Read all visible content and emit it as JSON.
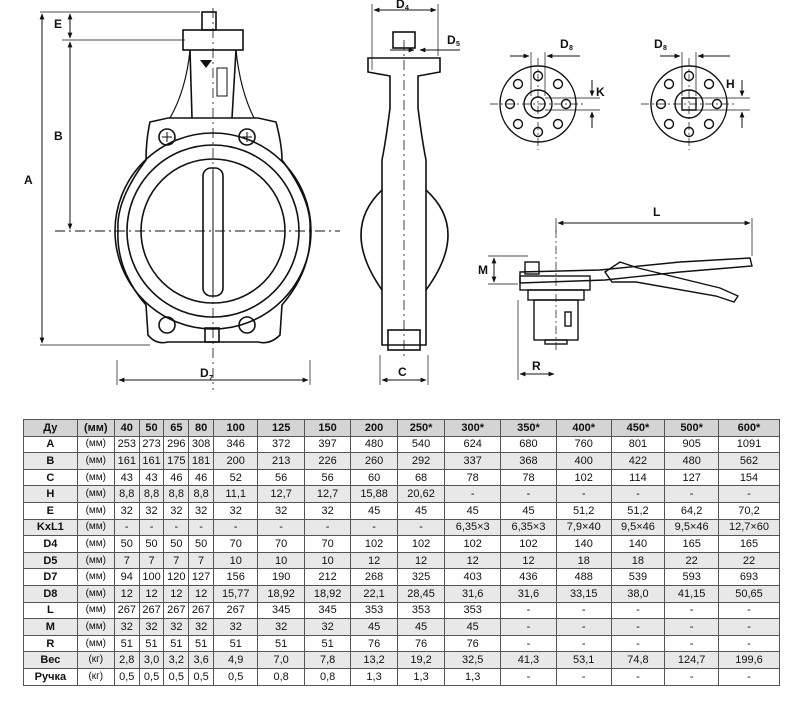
{
  "drawing": {
    "labels": {
      "A": "A",
      "B": "B",
      "E": "E",
      "D7": "D",
      "D7_sub": "7",
      "D4": "D",
      "D4_sub": "4",
      "D5": "D",
      "D5_sub": "5",
      "C": "C",
      "D8a": "D",
      "D8a_sub": "8",
      "K": "K",
      "D8b": "D",
      "D8b_sub": "8",
      "H": "H",
      "L": "L",
      "M": "M",
      "R": "R"
    }
  },
  "table": {
    "header": [
      "Ду",
      "(мм)",
      "40",
      "50",
      "65",
      "80",
      "100",
      "125",
      "150",
      "200",
      "250*",
      "300*",
      "350*",
      "400*",
      "450*",
      "500*",
      "600*"
    ],
    "rows": [
      {
        "param": "A",
        "unit": "(мм)",
        "values": [
          "253",
          "273",
          "296",
          "308",
          "346",
          "372",
          "397",
          "480",
          "540",
          "624",
          "680",
          "760",
          "801",
          "905",
          "1091"
        ]
      },
      {
        "param": "B",
        "unit": "(мм)",
        "values": [
          "161",
          "161",
          "175",
          "181",
          "200",
          "213",
          "226",
          "260",
          "292",
          "337",
          "368",
          "400",
          "422",
          "480",
          "562"
        ]
      },
      {
        "param": "C",
        "unit": "(мм)",
        "values": [
          "43",
          "43",
          "46",
          "46",
          "52",
          "56",
          "56",
          "60",
          "68",
          "78",
          "78",
          "102",
          "114",
          "127",
          "154"
        ]
      },
      {
        "param": "H",
        "unit": "(мм)",
        "values": [
          "8,8",
          "8,8",
          "8,8",
          "8,8",
          "11,1",
          "12,7",
          "12,7",
          "15,88",
          "20,62",
          "-",
          "-",
          "-",
          "-",
          "-",
          "-"
        ]
      },
      {
        "param": "E",
        "unit": "(мм)",
        "values": [
          "32",
          "32",
          "32",
          "32",
          "32",
          "32",
          "32",
          "45",
          "45",
          "45",
          "45",
          "51,2",
          "51,2",
          "64,2",
          "70,2"
        ]
      },
      {
        "param": "KxL1",
        "unit": "(мм)",
        "values": [
          "-",
          "-",
          "-",
          "-",
          "-",
          "-",
          "-",
          "-",
          "-",
          "6,35×3",
          "6,35×3",
          "7,9×40",
          "9,5×46",
          "9,5×46",
          "12,7×60"
        ]
      },
      {
        "param": "D4",
        "unit": "(мм)",
        "values": [
          "50",
          "50",
          "50",
          "50",
          "70",
          "70",
          "70",
          "102",
          "102",
          "102",
          "102",
          "140",
          "140",
          "165",
          "165"
        ]
      },
      {
        "param": "D5",
        "unit": "(мм)",
        "values": [
          "7",
          "7",
          "7",
          "7",
          "10",
          "10",
          "10",
          "12",
          "12",
          "12",
          "12",
          "18",
          "18",
          "22",
          "22"
        ]
      },
      {
        "param": "D7",
        "unit": "(мм)",
        "values": [
          "94",
          "100",
          "120",
          "127",
          "156",
          "190",
          "212",
          "268",
          "325",
          "403",
          "436",
          "488",
          "539",
          "593",
          "693"
        ]
      },
      {
        "param": "D8",
        "unit": "(мм)",
        "values": [
          "12",
          "12",
          "12",
          "12",
          "15,77",
          "18,92",
          "18,92",
          "22,1",
          "28,45",
          "31,6",
          "31,6",
          "33,15",
          "38,0",
          "41,15",
          "50,65"
        ]
      },
      {
        "param": "L",
        "unit": "(мм)",
        "values": [
          "267",
          "267",
          "267",
          "267",
          "267",
          "345",
          "345",
          "353",
          "353",
          "353",
          "-",
          "-",
          "-",
          "-",
          "-"
        ]
      },
      {
        "param": "M",
        "unit": "(мм)",
        "values": [
          "32",
          "32",
          "32",
          "32",
          "32",
          "32",
          "32",
          "45",
          "45",
          "45",
          "-",
          "-",
          "-",
          "-",
          "-"
        ]
      },
      {
        "param": "R",
        "unit": "(мм)",
        "values": [
          "51",
          "51",
          "51",
          "51",
          "51",
          "51",
          "51",
          "76",
          "76",
          "76",
          "-",
          "-",
          "-",
          "-",
          "-"
        ]
      },
      {
        "param": "Вес",
        "unit": "(кг)",
        "values": [
          "2,8",
          "3,0",
          "3,2",
          "3,6",
          "4,9",
          "7,0",
          "7,8",
          "13,2",
          "19,2",
          "32,5",
          "41,3",
          "53,1",
          "74,8",
          "124,7",
          "199,6"
        ]
      },
      {
        "param": "Ручка",
        "unit": "(кг)",
        "values": [
          "0,5",
          "0,5",
          "0,5",
          "0,5",
          "0,5",
          "0,8",
          "0,8",
          "1,3",
          "1,3",
          "1,3",
          "-",
          "-",
          "-",
          "-",
          "-"
        ]
      }
    ]
  }
}
